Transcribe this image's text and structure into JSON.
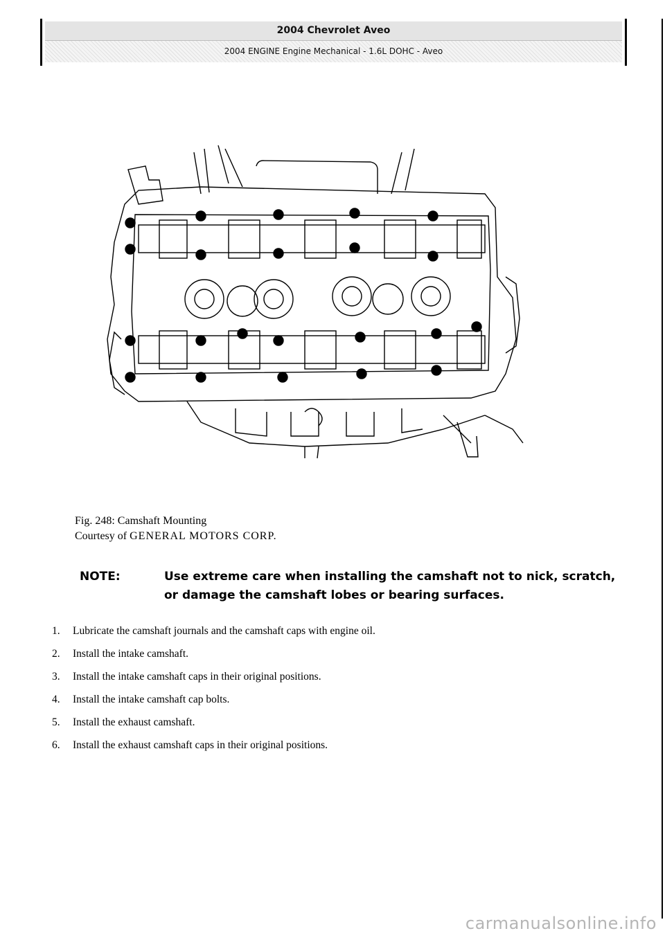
{
  "header": {
    "title": "2004 Chevrolet Aveo",
    "subtitle": "2004 ENGINE Engine Mechanical - 1.6L DOHC - Aveo"
  },
  "figure": {
    "caption_line1": "Fig. 248: Camshaft Mounting",
    "caption_courtesy": "Courtesy of",
    "caption_org": "GENERAL MOTORS CORP."
  },
  "note": {
    "label": "NOTE:",
    "text": "Use extreme care when installing the camshaft not to nick, scratch, or damage the camshaft lobes or bearing surfaces."
  },
  "steps": [
    {
      "num": "1.",
      "text": "Lubricate the camshaft journals and the camshaft caps with engine oil."
    },
    {
      "num": "2.",
      "text": "Install the intake camshaft."
    },
    {
      "num": "3.",
      "text": "Install the intake camshaft caps in their original positions."
    },
    {
      "num": "4.",
      "text": "Install the intake camshaft cap bolts."
    },
    {
      "num": "5.",
      "text": "Install the exhaust camshaft."
    },
    {
      "num": "6.",
      "text": "Install the exhaust camshaft caps in their original positions."
    }
  ],
  "watermark": "carmanualsonline.info"
}
